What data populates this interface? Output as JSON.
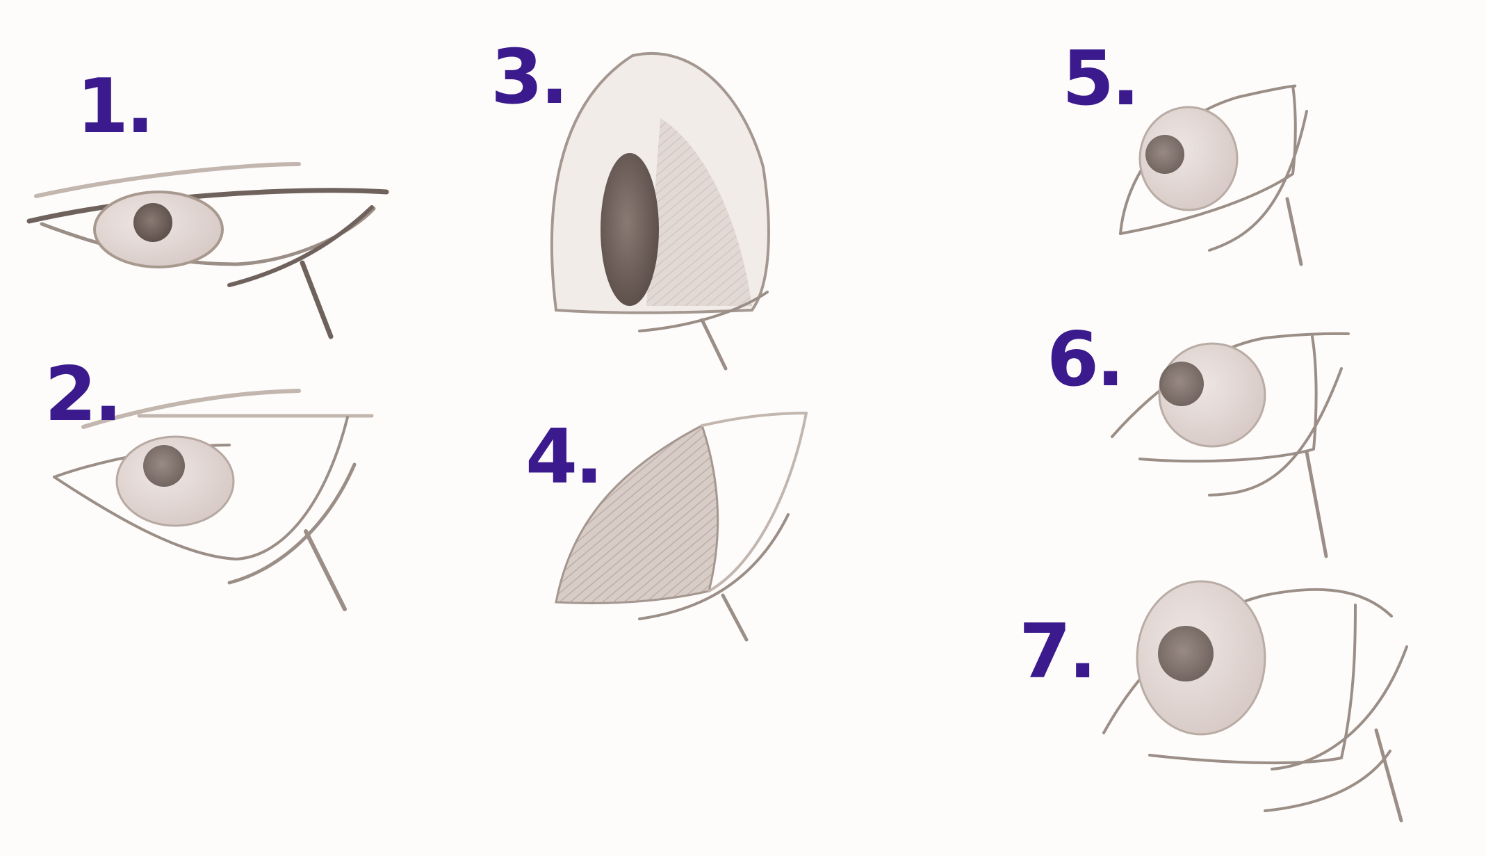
{
  "colors": {
    "label_ink": "#3a1a8c",
    "pencil": "#9b8e86",
    "pupil": "#6e5f5a",
    "iris": "#e8dedb",
    "paper": "#fdfcfb"
  },
  "sketches": [
    {
      "number": "1",
      "label": "1."
    },
    {
      "number": "2",
      "label": "2."
    },
    {
      "number": "3",
      "label": "3."
    },
    {
      "number": "4",
      "label": "4."
    },
    {
      "number": "5",
      "label": "5."
    },
    {
      "number": "6",
      "label": "6."
    },
    {
      "number": "7",
      "label": "7."
    }
  ]
}
